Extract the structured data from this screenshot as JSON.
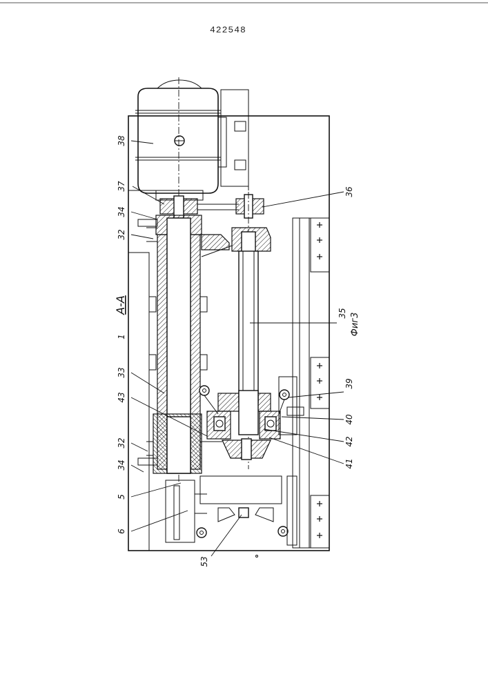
{
  "document": {
    "patent_number": "422548",
    "section_label": "А-А",
    "figure_caption": "Фиг3"
  },
  "callouts": [
    {
      "id": "38",
      "label": "38"
    },
    {
      "id": "37",
      "label": "37"
    },
    {
      "id": "36",
      "label": "36"
    },
    {
      "id": "34a",
      "label": "34"
    },
    {
      "id": "32a",
      "label": "32"
    },
    {
      "id": "1",
      "label": "1"
    },
    {
      "id": "33",
      "label": "33"
    },
    {
      "id": "35",
      "label": "35"
    },
    {
      "id": "43",
      "label": "43"
    },
    {
      "id": "39",
      "label": "39"
    },
    {
      "id": "40",
      "label": "40"
    },
    {
      "id": "42",
      "label": "42"
    },
    {
      "id": "41",
      "label": "41"
    },
    {
      "id": "32b",
      "label": "32"
    },
    {
      "id": "34b",
      "label": "34"
    },
    {
      "id": "5",
      "label": "5"
    },
    {
      "id": "6",
      "label": "6"
    },
    {
      "id": "53",
      "label": "53"
    }
  ]
}
